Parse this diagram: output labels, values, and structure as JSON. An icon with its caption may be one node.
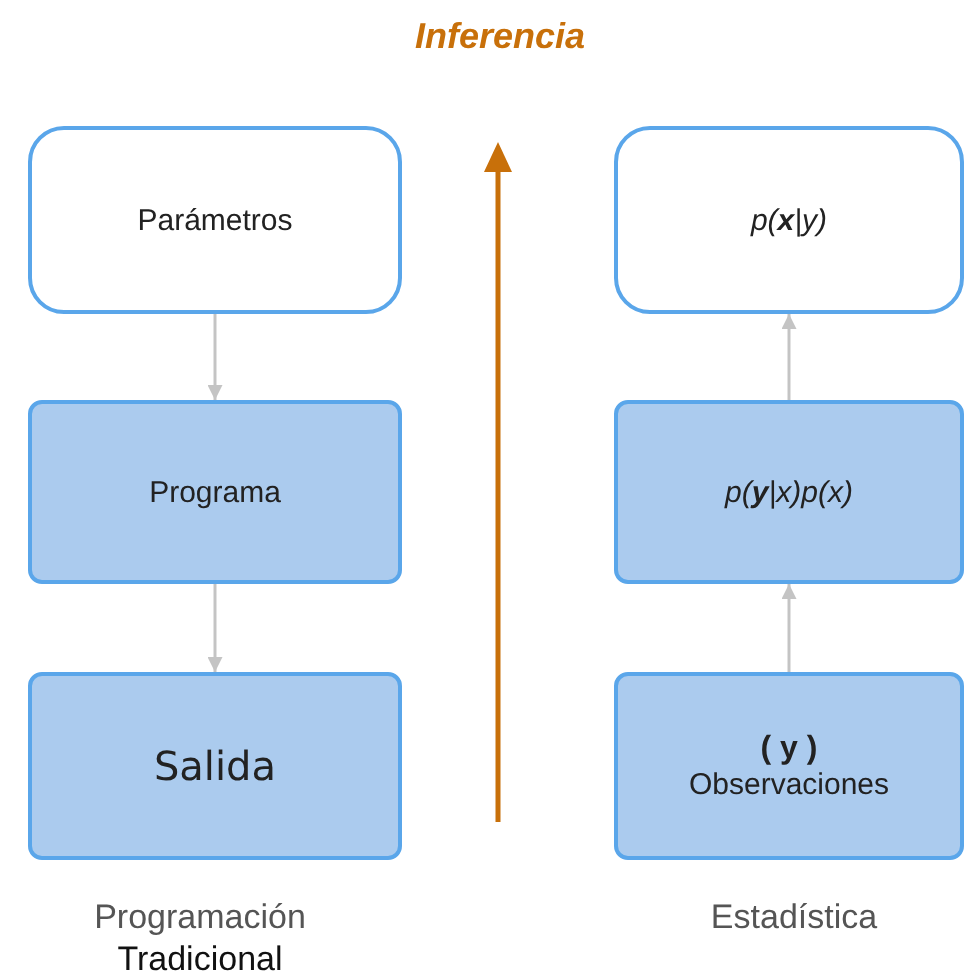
{
  "diagram": {
    "nodes": [
      {
        "text": [
          "Parámetros"
        ]
      },
      {
        "text": [
          "Programa"
        ]
      },
      {
        "text": [
          "Salida"
        ]
      },
      {
        "text": [
          "p(**x**|y)"
        ]
      },
      {
        "text": [
          "p(**y**|x)p(x)"
        ]
      },
      {
        "text": [
          "( y )",
          "Observaciones"
        ]
      }
    ],
    "edges": [
      {
        "from": 0,
        "to": 1,
        "arrow": "to"
      },
      {
        "from": 1,
        "to": 2,
        "arrow": "to"
      },
      {
        "from": 5,
        "to": 4,
        "arrow": "to"
      },
      {
        "from": 4,
        "to": 3,
        "arrow": "to"
      }
    ],
    "labels": [
      "Inferencia",
      "Programación",
      "Tradicional",
      "Estadística"
    ]
  }
}
